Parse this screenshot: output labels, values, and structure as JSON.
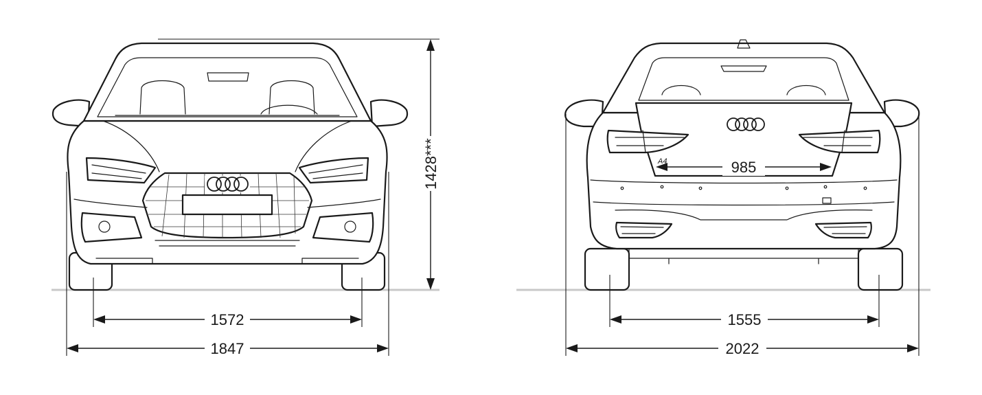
{
  "front_view": {
    "height_label": "1428***",
    "track_label": "1572",
    "width_label": "1847"
  },
  "rear_view": {
    "tailgate_opening_label": "985",
    "model_badge": "A4",
    "track_label": "1555",
    "width_label": "2022"
  },
  "colors": {
    "line": "#1a1a1a",
    "ground": "#c8c8c8",
    "background": "#ffffff"
  }
}
